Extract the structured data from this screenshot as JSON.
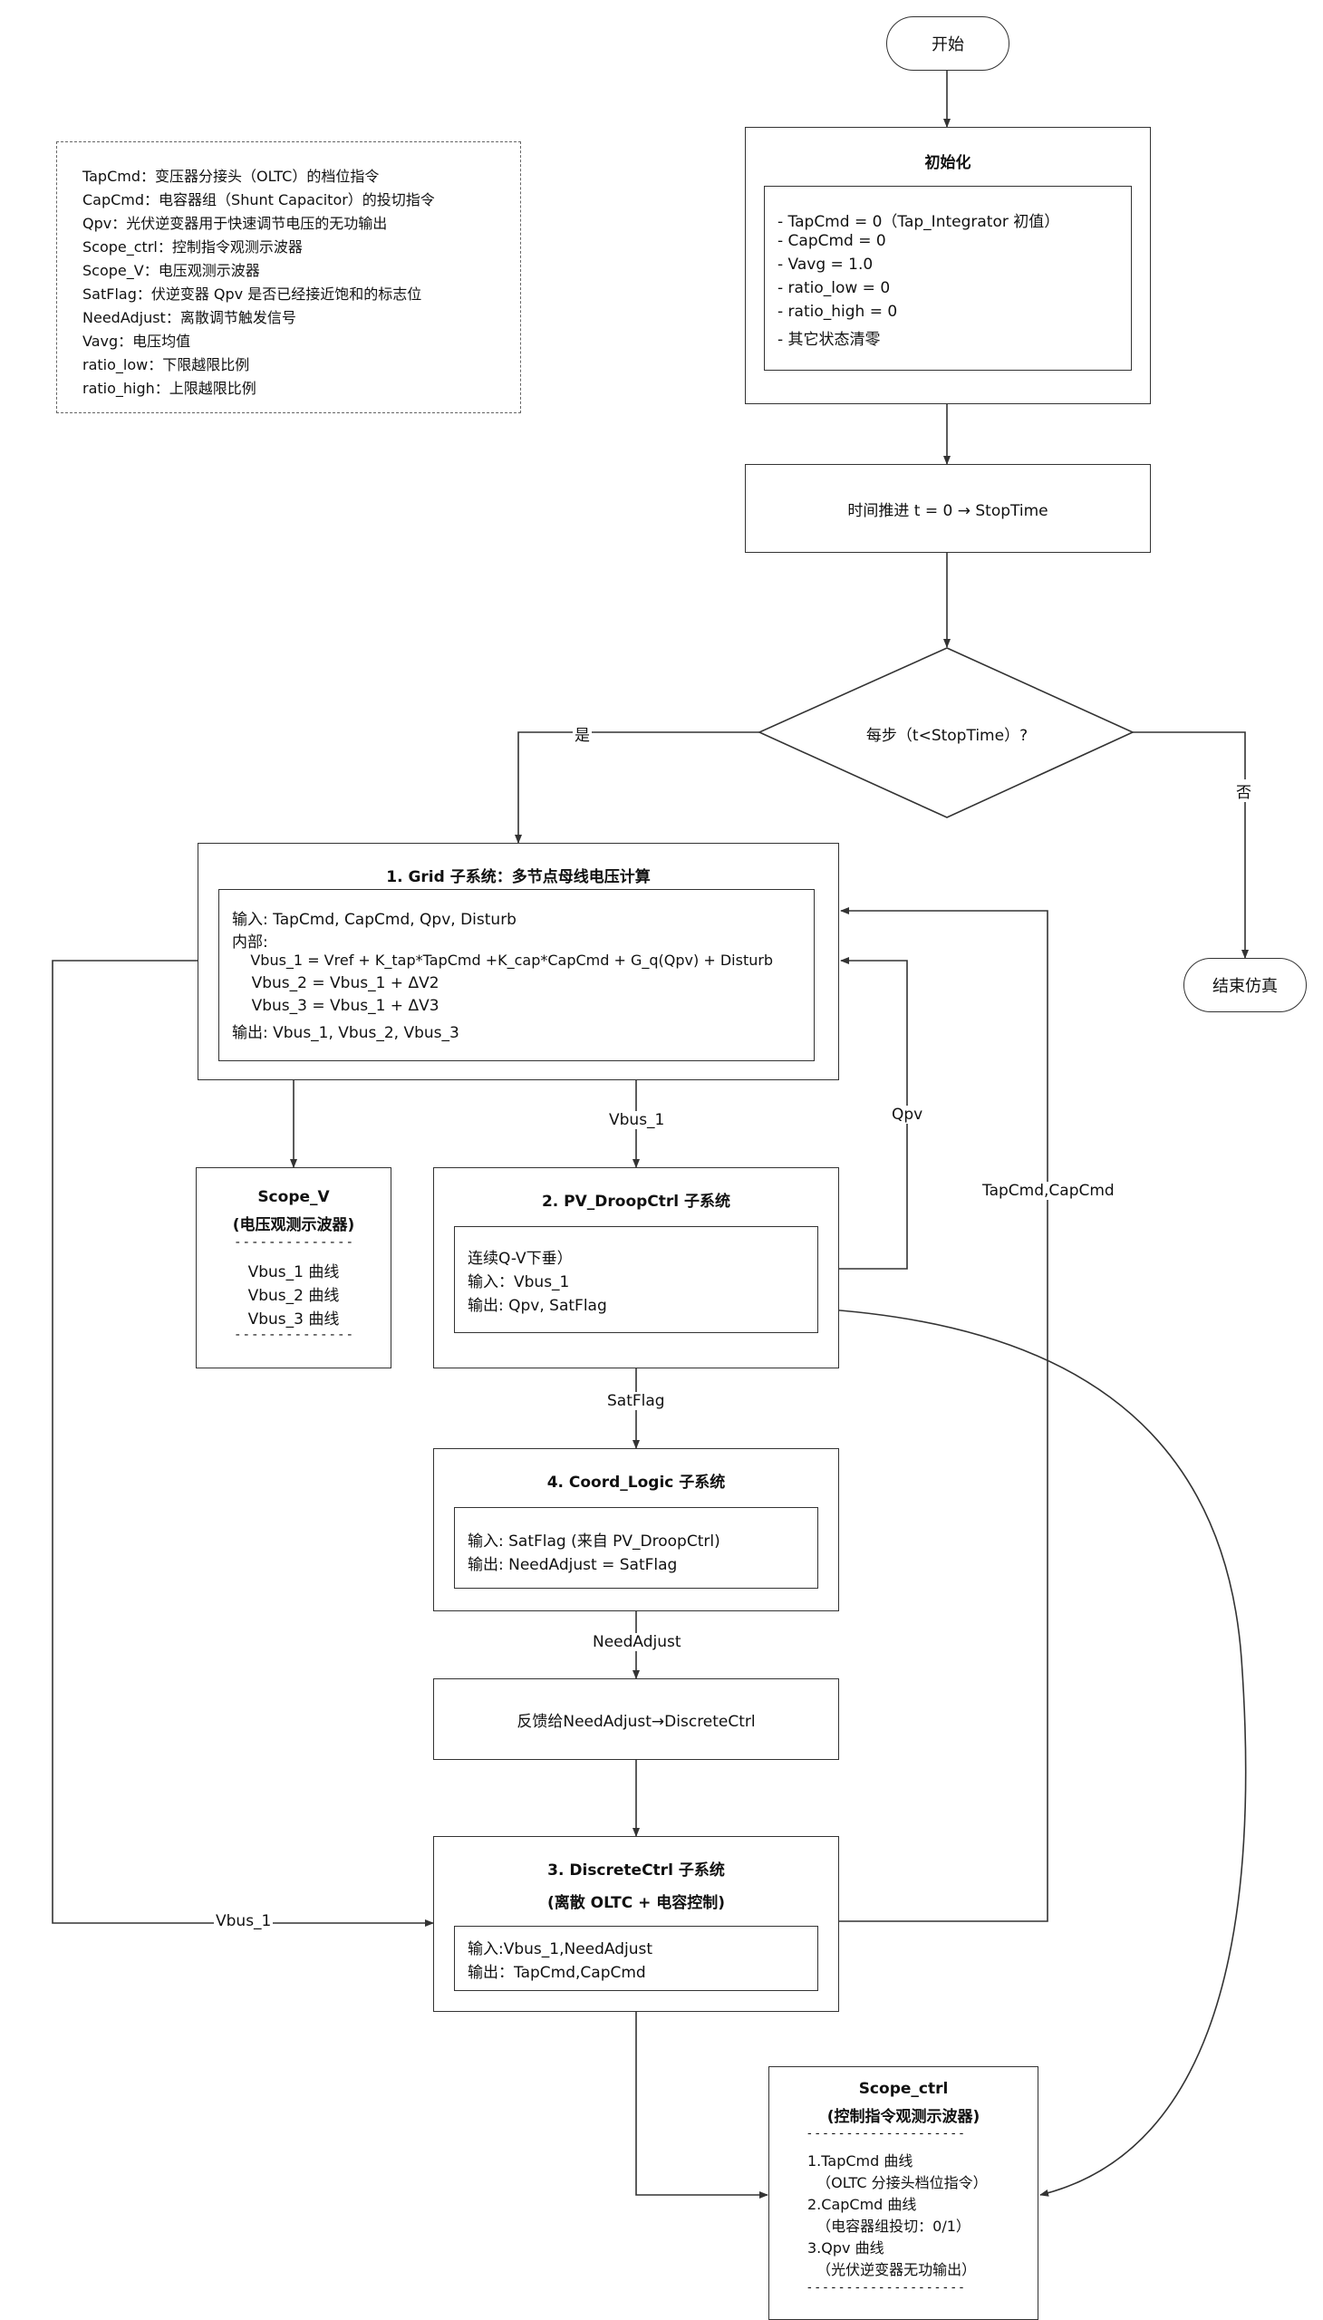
{
  "legend": {
    "lines": [
      "TapCmd：变压器分接头（OLTC）的档位指令",
      "CapCmd：电容器组（Shunt Capacitor）的投切指令",
      "Qpv：光伏逆变器用于快速调节电压的无功输出",
      "Scope_ctrl：控制指令观测示波器",
      "Scope_V：电压观测示波器",
      "SatFlag：伏逆变器 Qpv 是否已经接近饱和的标志位",
      "NeedAdjust：离散调节触发信号",
      "Vavg：电压均值",
      "ratio_low：下限越限比例",
      "ratio_high：上限越限比例"
    ]
  },
  "start": {
    "label": "开始"
  },
  "init": {
    "title": "初始化",
    "lines": [
      "- TapCmd = 0（Tap_Integrator 初值）",
      "- CapCmd = 0",
      "- Vavg = 1.0",
      "- ratio_low = 0",
      "- ratio_high = 0",
      "- 其它状态清零"
    ]
  },
  "time": {
    "label": "时间推进 t = 0 → StopTime"
  },
  "decision": {
    "label": "每步（t<StopTime）?",
    "yes": "是",
    "no": "否"
  },
  "end": {
    "label": "结束仿真"
  },
  "grid": {
    "title": "1. Grid 子系统：多节点母线电压计算",
    "lines": [
      "输入: TapCmd, CapCmd, Qpv, Disturb",
      "内部:",
      "    Vbus_1 = Vref + K_tap*TapCmd +K_cap*CapCmd + G_q(Qpv) + Disturb",
      "    Vbus_2 = Vbus_1 + ΔV2",
      "    Vbus_3 = Vbus_1 + ΔV3",
      "输出: Vbus_1, Vbus_2, Vbus_3"
    ]
  },
  "scope_v": {
    "title1": "Scope_V",
    "title2": "(电压观测示波器)",
    "lines": [
      "- - - - - - - - - - - - - -",
      "Vbus_1 曲线",
      "Vbus_2 曲线",
      "Vbus_3 曲线",
      "- - - - - - - - - - - - - -"
    ]
  },
  "pv": {
    "title": "2. PV_DroopCtrl 子系统",
    "lines": [
      "连续Q-V下垂）",
      "输入：Vbus_1",
      "输出: Qpv, SatFlag"
    ]
  },
  "coord": {
    "title": "4. Coord_Logic 子系统",
    "lines": [
      "输入: SatFlag (来自 PV_DroopCtrl)",
      "输出: NeedAdjust = SatFlag"
    ]
  },
  "feedback": {
    "label": "反馈给NeedAdjust→DiscreteCtrl"
  },
  "discrete": {
    "title1": "3. DiscreteCtrl 子系统",
    "title2": "(离散 OLTC + 电容控制)",
    "lines": [
      "输入:Vbus_1,NeedAdjust",
      "输出：TapCmd,CapCmd"
    ]
  },
  "scope_ctrl": {
    "title1": "Scope_ctrl",
    "title2": "(控制指令观测示波器)",
    "lines": [
      "- - - - - - - - - - - - - - - - - - - -",
      "1.TapCmd 曲线",
      "  （OLTC 分接头档位指令）",
      "2.CapCmd 曲线",
      "  （电容器组投切：0/1）",
      "3.Qpv 曲线",
      "  （光伏逆变器无功输出）",
      "- - - - - - - - - - - - - - - - - - - -"
    ]
  },
  "edge_labels": {
    "vbus1_grid_pv": "Vbus_1",
    "qpv": "Qpv",
    "tapcap": "TapCmd,CapCmd",
    "satflag": "SatFlag",
    "needadjust": "NeedAdjust",
    "vbus1_left": "Vbus_1"
  }
}
